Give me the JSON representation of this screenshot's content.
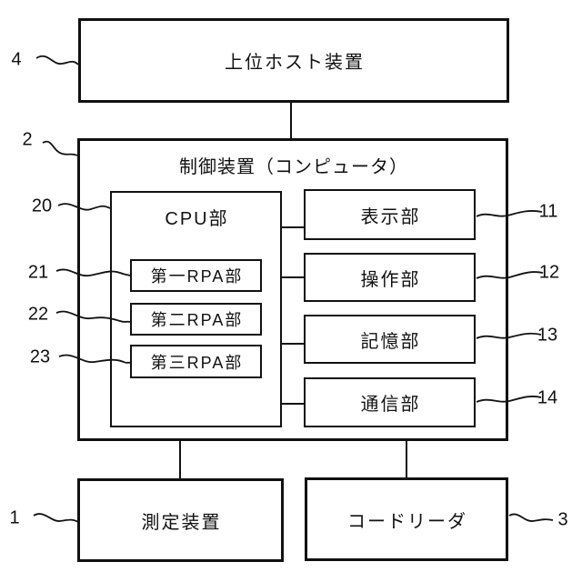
{
  "figure": {
    "background_color": "#ffffff",
    "line_color": "#111111",
    "type": "block-diagram"
  },
  "boxes": {
    "host": {
      "label": "上位ホスト装置",
      "ref": "4"
    },
    "controller": {
      "label": "制御装置（コンピュータ）",
      "ref": "2"
    },
    "cpu": {
      "label": "CPU部",
      "ref": "20"
    },
    "rpa1": {
      "label": "第一RPA部",
      "ref": "21"
    },
    "rpa2": {
      "label": "第二RPA部",
      "ref": "22"
    },
    "rpa3": {
      "label": "第三RPA部",
      "ref": "23"
    },
    "display": {
      "label": "表示部",
      "ref": "11"
    },
    "operation": {
      "label": "操作部",
      "ref": "12"
    },
    "memory": {
      "label": "記憶部",
      "ref": "13"
    },
    "communication": {
      "label": "通信部",
      "ref": "14"
    },
    "measuring": {
      "label": "測定装置",
      "ref": "1"
    },
    "code_reader": {
      "label": "コードリーダ",
      "ref": "3"
    }
  }
}
